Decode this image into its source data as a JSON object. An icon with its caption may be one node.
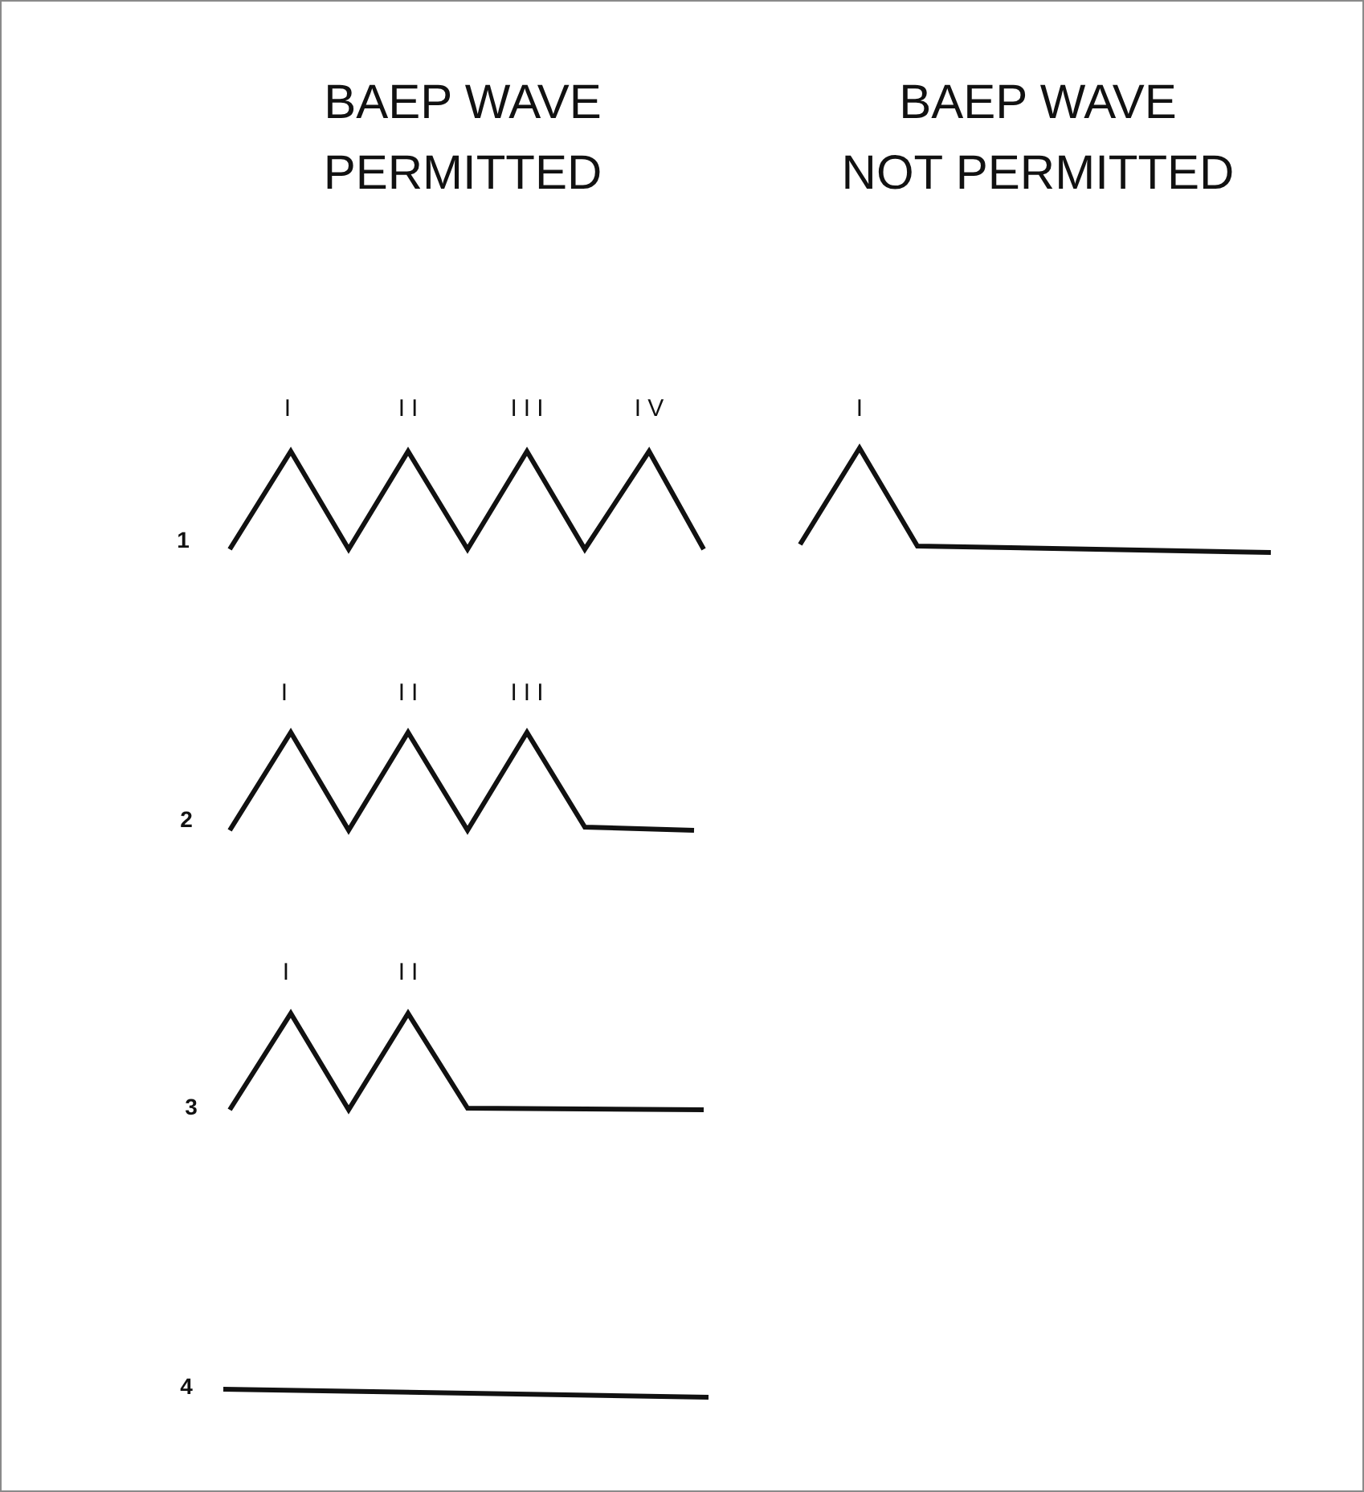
{
  "diagram": {
    "labels": [
      "BAEP WAVE PERMITTED",
      "BAEP WAVE NOT PERMITTED",
      "I",
      "II",
      "III",
      "IV",
      "I",
      "1",
      "I",
      "II",
      "III",
      "2",
      "I",
      "II",
      "3",
      "4"
    ]
  }
}
